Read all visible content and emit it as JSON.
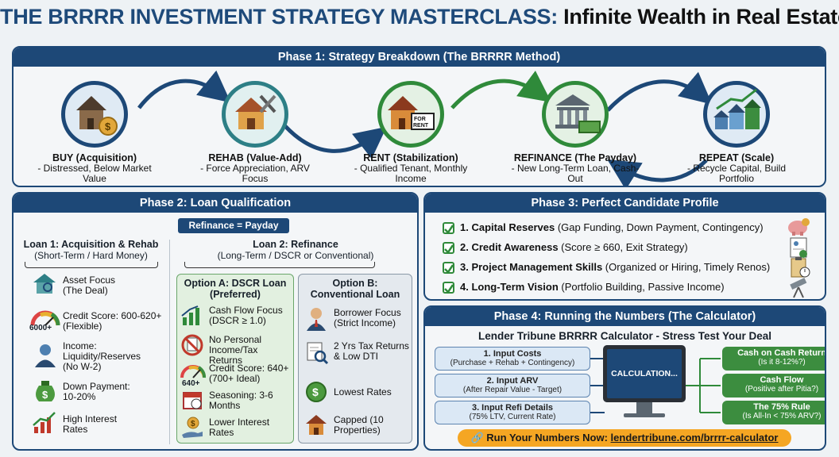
{
  "title": {
    "part1": "THE BRRRR INVESTMENT STRATEGY MASTERCLASS:",
    "part2": "Infinite Wealth in Real Estate"
  },
  "phase1": {
    "header": "Phase 1: Strategy Breakdown (The BRRRR Method)",
    "stages": [
      {
        "title": "BUY (Acquisition)",
        "desc": "- Distressed, Below Market Value",
        "icon": "house-dollar-icon"
      },
      {
        "title": "REHAB (Value-Add)",
        "desc": "- Force Appreciation, ARV Focus",
        "icon": "house-tools-icon"
      },
      {
        "title": "RENT (Stabilization)",
        "desc": "- Qualified Tenant, Monthly Income",
        "icon": "for-rent-sign-icon"
      },
      {
        "title": "REFINANCE (The Payday)",
        "desc": "- New Long-Term Loan, Cash-Out",
        "icon": "bank-cash-icon"
      },
      {
        "title": "REPEAT (Scale)",
        "desc": "- Recycle Capital, Build Portfolio",
        "icon": "portfolio-growth-icon"
      }
    ],
    "rent_sign": "FOR RENT"
  },
  "phase2": {
    "header": "Phase 2: Loan Qualification",
    "payday_badge": "Refinance = Payday",
    "loan1": {
      "title": "Loan 1: Acquisition & Rehab",
      "subtitle": "(Short-Term / Hard Money)",
      "items": [
        {
          "text": "Asset Focus (The Deal)",
          "icon": "house-search-icon"
        },
        {
          "text": "Credit Score: 600-620+ (Flexible)",
          "icon": "gauge-icon",
          "gauge_label": "6000+"
        },
        {
          "text": "Income: Liquidity/Reserves (No W-2)",
          "icon": "person-icon"
        },
        {
          "text": "Down Payment: 10-20%",
          "icon": "money-bag-icon"
        },
        {
          "text": "High Interest Rates",
          "icon": "rising-chart-icon"
        }
      ]
    },
    "loan2": {
      "title": "Loan 2: Refinance",
      "subtitle": "(Long-Term / DSCR or Conventional)"
    },
    "optionA": {
      "title": "Option A: DSCR Loan",
      "subtitle": "(Preferred)",
      "items": [
        {
          "text": "Cash Flow Focus (DSCR ≥ 1.0)",
          "icon": "bar-chart-icon"
        },
        {
          "text": "No Personal Income/Tax Returns",
          "icon": "no-documents-icon"
        },
        {
          "text": "Credit Score: 640+ (700+ Ideal)",
          "icon": "gauge-icon",
          "gauge_label": "640+"
        },
        {
          "text": "Seasoning: 3-6 Months",
          "icon": "calendar-icon"
        },
        {
          "text": "Lower Interest Rates",
          "icon": "hand-coin-icon"
        }
      ]
    },
    "optionB": {
      "title": "Option B:",
      "subtitle": "Conventional Loan",
      "items": [
        {
          "text": "Borrower Focus (Strict Income)",
          "icon": "businessman-icon"
        },
        {
          "text": "2 Yrs Tax Returns & Low DTI",
          "icon": "document-magnifier-icon"
        },
        {
          "text": "Lowest Rates",
          "icon": "dollar-coin-icon"
        },
        {
          "text": "Capped (10 Properties)",
          "icon": "house-cap-icon"
        }
      ]
    }
  },
  "phase3": {
    "header": "Phase 3: Perfect Candidate Profile",
    "items": [
      {
        "bold": "1. Capital Reserves",
        "rest": " (Gap Funding, Down Payment, Contingency)",
        "icon": "piggy-bank-icon"
      },
      {
        "bold": "2. Credit Awareness",
        "rest": " (Score ≥ 660, Exit Strategy)",
        "icon": "credit-report-icon"
      },
      {
        "bold": "3. Project Management Skills",
        "rest": " (Organized or Hiring, Timely Renos)",
        "icon": "clipboard-clock-icon"
      },
      {
        "bold": "4. Long-Term Vision",
        "rest": " (Portfolio Building, Passive Income)",
        "icon": "telescope-icon"
      }
    ]
  },
  "phase4": {
    "header": "Phase 4: Running the Numbers (The Calculator)",
    "subtitle": "Lender Tribune BRRRR Calculator - Stress Test Your Deal",
    "inputs": [
      {
        "title": "1. Input Costs",
        "sub": "(Purchase + Rehab + Contingency)"
      },
      {
        "title": "2. Input ARV",
        "sub": "(After Repair Value - Target)"
      },
      {
        "title": "3. Input Refi Details",
        "sub": "(75% LTV, Current Rate)"
      }
    ],
    "screen_text": "CALCULATION...",
    "outputs": [
      {
        "title": "Cash on Cash Return",
        "sub": "(Is it 8-12%?)"
      },
      {
        "title": "Cash Flow",
        "sub": "(Positive after Pitia?)"
      },
      {
        "title": "The 75% Rule",
        "sub": "(Is All-In < 75% ARV?)"
      }
    ],
    "cta_prefix": "🔗 Run Your Numbers Now: ",
    "cta_link": "lendertribune.com/brrrr-calculator"
  },
  "colors": {
    "navy": "#1d4877",
    "green": "#3c8d3f",
    "orange": "#f5a623",
    "teal": "#2d7f86"
  }
}
